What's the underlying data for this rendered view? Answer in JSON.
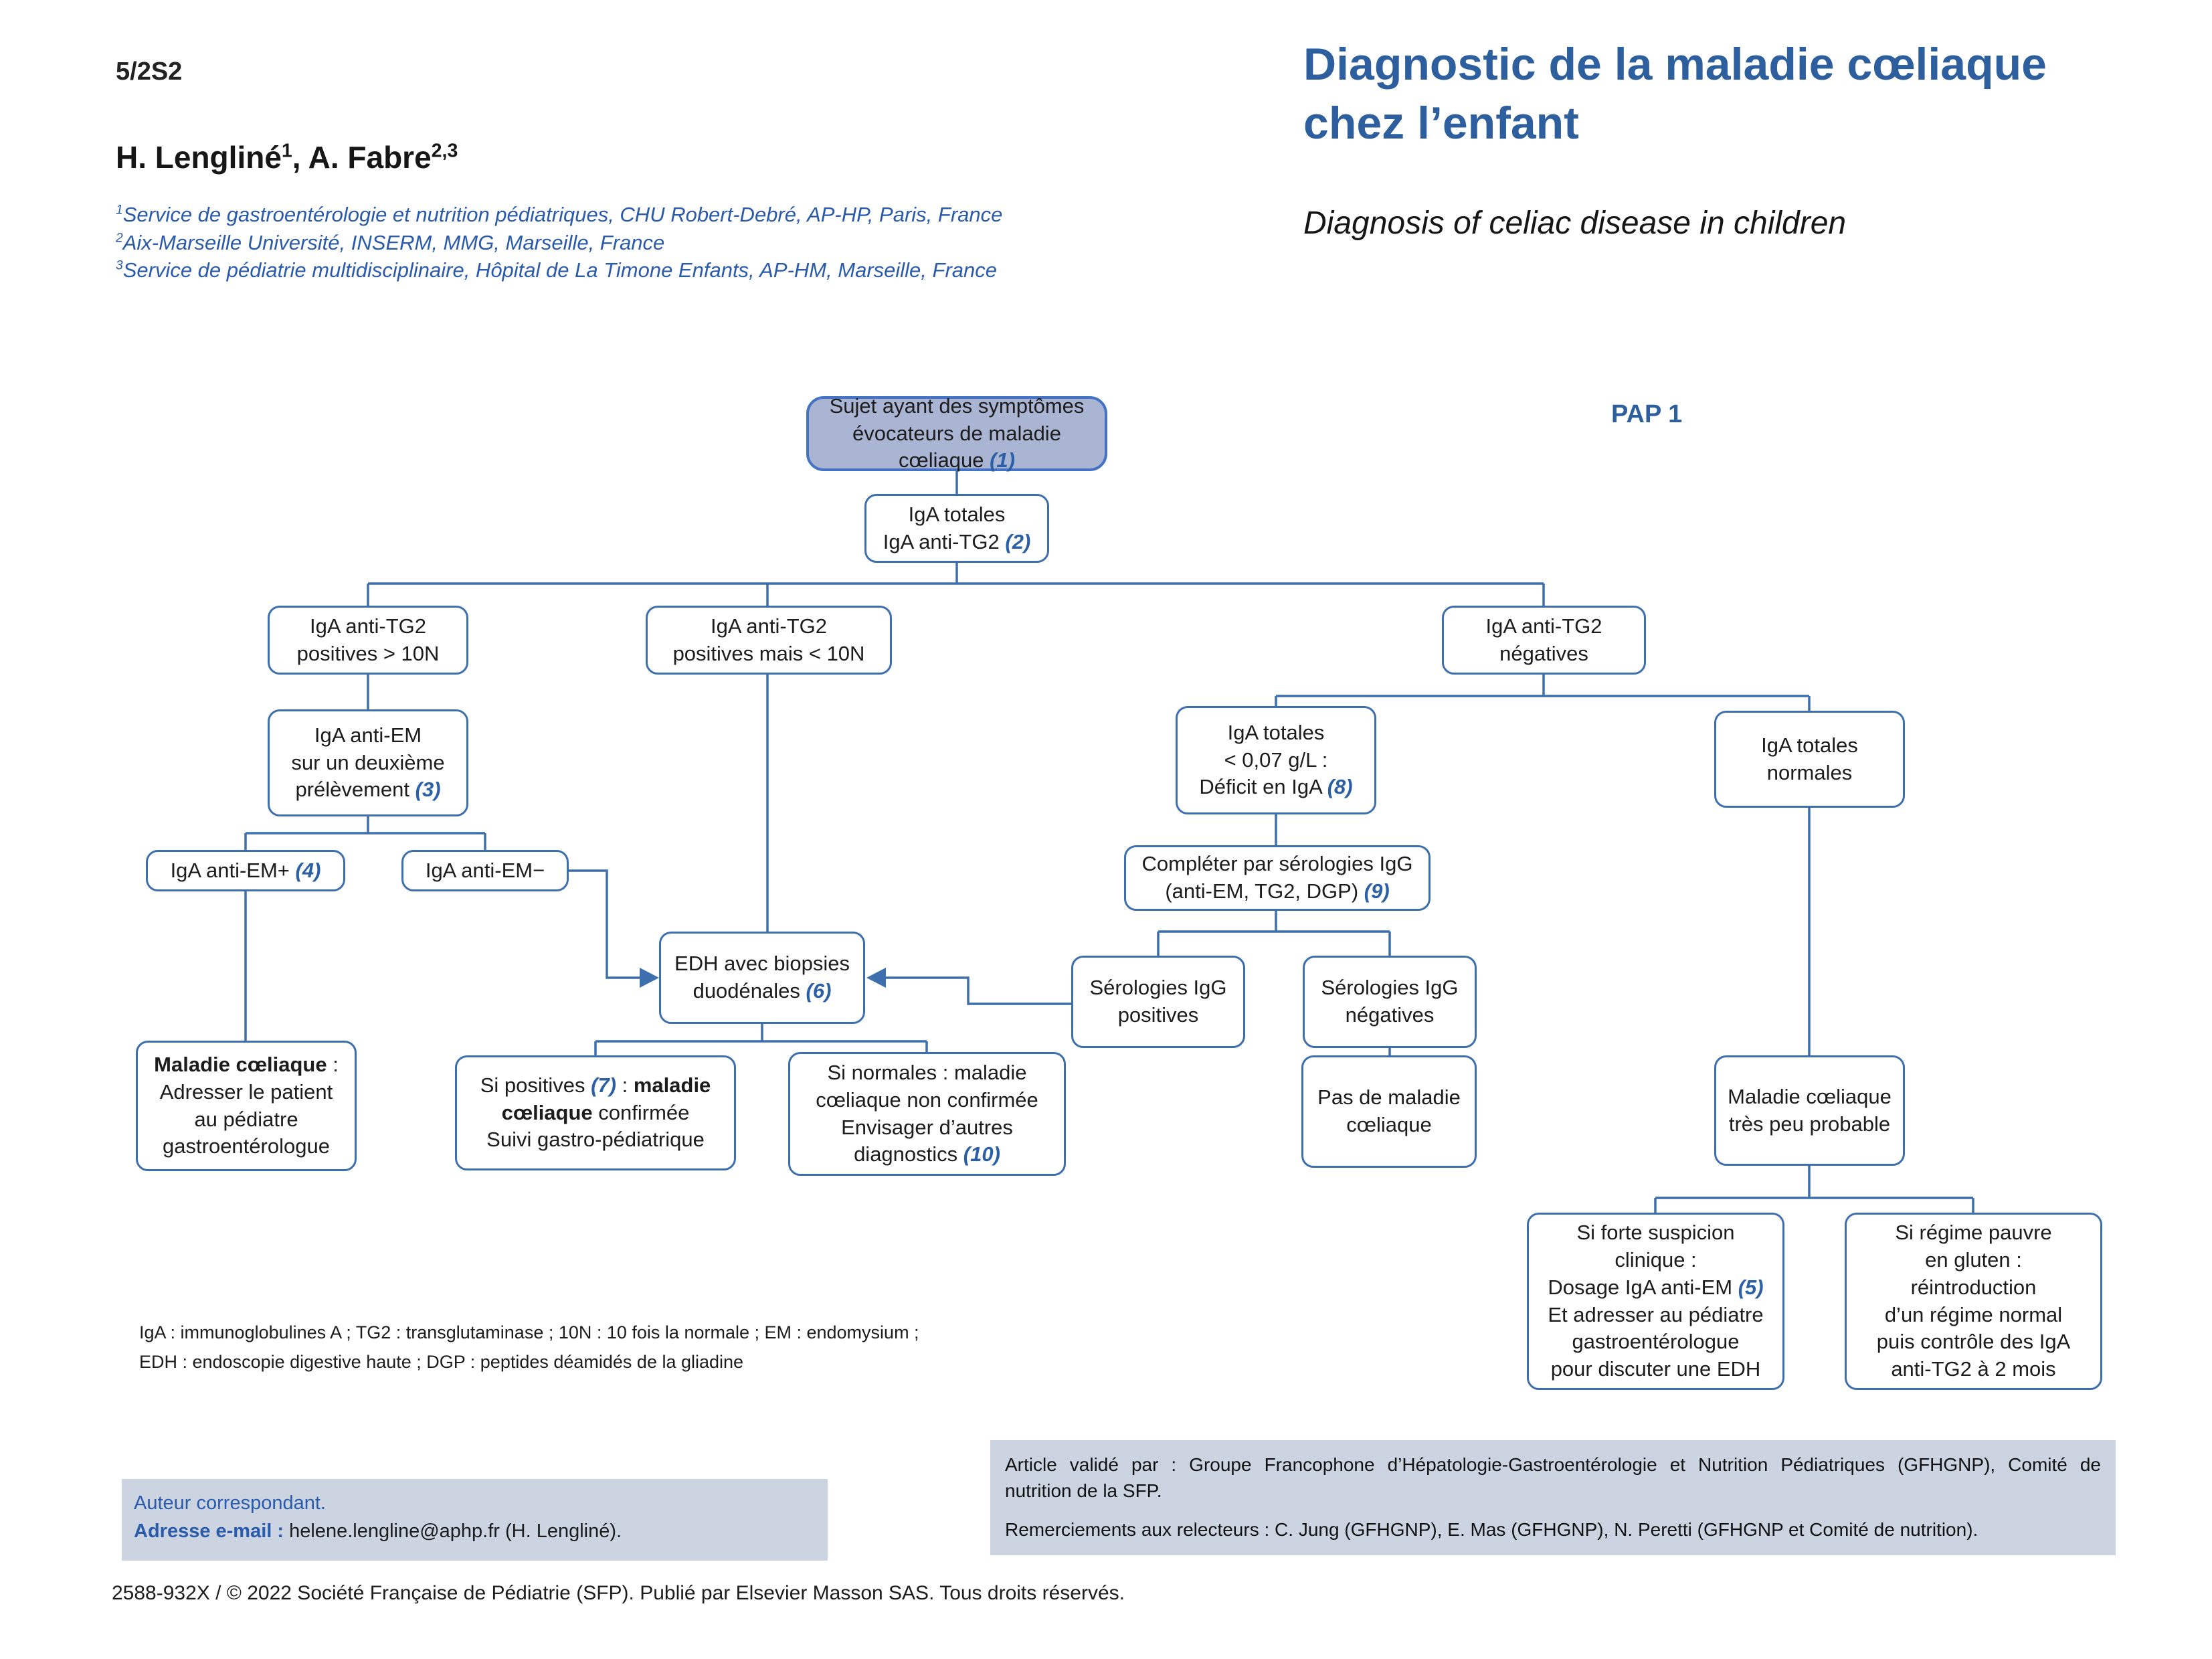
{
  "colors": {
    "accent_border": "#3d6fae",
    "start_fill": "#a9b5d3",
    "start_border": "#4472c4",
    "number": "#2b5fa6",
    "title": "#2d5f9e",
    "affiliation": "#2a5aaa",
    "footer_box": "#ccd4e2"
  },
  "header": {
    "code": "5/2S2",
    "authors_rich": [
      [
        [
          "H. Lengliné",
          ""
        ],
        [
          "1",
          "sup"
        ],
        [
          ", A. Fabre",
          ""
        ],
        [
          "2,3",
          "sup"
        ]
      ]
    ],
    "affiliations": [
      [
        [
          "1",
          "sup"
        ],
        [
          "Service de gastroentérologie et nutrition pédiatriques, CHU Robert-Debré, AP-HP, Paris, France",
          ""
        ]
      ],
      [
        [
          "2",
          "sup"
        ],
        [
          "Aix-Marseille Université, INSERM, MMG, Marseille, France",
          ""
        ]
      ],
      [
        [
          "3",
          "sup"
        ],
        [
          "Service de pédiatrie multidisciplinaire, Hôpital de La Timone Enfants, AP-HM, Marseille, France",
          ""
        ]
      ]
    ],
    "title_fr": [
      "Diagnostic de la maladie cœliaque",
      "chez l’enfant"
    ],
    "title_en": "Diagnosis of celiac disease in children",
    "pap_label": "PAP 1"
  },
  "flow": {
    "sujet": [
      [
        [
          "Sujet ayant des symptômes",
          ""
        ]
      ],
      [
        [
          "évocateurs de maladie cœliaque ",
          ""
        ],
        [
          "(1)",
          "num"
        ]
      ]
    ],
    "iga_totales": [
      [
        [
          "IgA totales",
          ""
        ]
      ],
      [
        [
          "IgA anti-TG2 ",
          ""
        ],
        [
          "(2)",
          "num"
        ]
      ]
    ],
    "tg2_sup10n": [
      [
        [
          "IgA anti-TG2",
          ""
        ]
      ],
      [
        [
          "positives > 10N",
          ""
        ]
      ]
    ],
    "tg2_inf10n": [
      [
        [
          "IgA anti-TG2",
          ""
        ]
      ],
      [
        [
          "positives mais < 10N",
          ""
        ]
      ]
    ],
    "tg2_neg": [
      [
        [
          "IgA anti-TG2",
          ""
        ]
      ],
      [
        [
          "négatives",
          ""
        ]
      ]
    ],
    "em_deuxieme": [
      [
        [
          "IgA anti-EM",
          ""
        ]
      ],
      [
        [
          "sur un deuxième",
          ""
        ]
      ],
      [
        [
          "prélèvement ",
          ""
        ],
        [
          "(3)",
          "num"
        ]
      ]
    ],
    "em_plus": [
      [
        [
          "IgA anti-EM+ ",
          ""
        ],
        [
          "(4)",
          "num"
        ]
      ]
    ],
    "em_minus": [
      [
        [
          "IgA anti-EM−",
          ""
        ]
      ]
    ],
    "deficit": [
      [
        [
          "IgA totales",
          ""
        ]
      ],
      [
        [
          "< 0,07 g/L :",
          ""
        ]
      ],
      [
        [
          "Déficit en IgA ",
          ""
        ],
        [
          "(8)",
          "num"
        ]
      ]
    ],
    "normales": [
      [
        [
          "IgA totales",
          ""
        ]
      ],
      [
        [
          "normales",
          ""
        ]
      ]
    ],
    "completer": [
      [
        [
          "Compléter par sérologies IgG",
          ""
        ]
      ],
      [
        [
          "(anti-EM, TG2, DGP) ",
          ""
        ],
        [
          "(9)",
          "num"
        ]
      ]
    ],
    "edh": [
      [
        [
          "EDH avec biopsies",
          ""
        ]
      ],
      [
        [
          "duodénales ",
          ""
        ],
        [
          "(6)",
          "num"
        ]
      ]
    ],
    "serpos": [
      [
        [
          "Sérologies IgG",
          ""
        ]
      ],
      [
        [
          "positives",
          ""
        ]
      ]
    ],
    "serneg": [
      [
        [
          "Sérologies IgG",
          ""
        ]
      ],
      [
        [
          "négatives",
          ""
        ]
      ]
    ],
    "maladie": [
      [
        [
          "Maladie cœliaque",
          "b"
        ],
        [
          " :",
          ""
        ]
      ],
      [
        [
          "Adresser le patient",
          ""
        ]
      ],
      [
        [
          "au pédiatre",
          ""
        ]
      ],
      [
        [
          "gastroentérologue",
          ""
        ]
      ]
    ],
    "sipositives": [
      [
        [
          "Si positives ",
          ""
        ],
        [
          "(7)",
          "num"
        ],
        [
          " : ",
          ""
        ],
        [
          "maladie",
          "b"
        ]
      ],
      [
        [
          "cœliaque",
          "b"
        ],
        [
          " confirmée",
          ""
        ]
      ],
      [
        [
          "Suivi gastro-pédiatrique",
          ""
        ]
      ]
    ],
    "sinormales": [
      [
        [
          "Si normales : maladie",
          ""
        ]
      ],
      [
        [
          "cœliaque non confirmée",
          ""
        ]
      ],
      [
        [
          "Envisager d’autres",
          ""
        ]
      ],
      [
        [
          "diagnostics ",
          ""
        ],
        [
          "(10)",
          "num"
        ]
      ]
    ],
    "pasmaladie": [
      [
        [
          "Pas de maladie",
          ""
        ]
      ],
      [
        [
          "cœliaque",
          ""
        ]
      ]
    ],
    "peuprobable": [
      [
        [
          "Maladie cœliaque",
          ""
        ]
      ],
      [
        [
          "très peu probable",
          ""
        ]
      ]
    ],
    "suspicion": [
      [
        [
          "Si forte suspicion",
          ""
        ]
      ],
      [
        [
          "clinique :",
          ""
        ]
      ],
      [
        [
          "Dosage IgA anti-EM ",
          ""
        ],
        [
          "(5)",
          "num"
        ]
      ],
      [
        [
          "Et adresser au pédiatre",
          ""
        ]
      ],
      [
        [
          "gastroentérologue",
          ""
        ]
      ],
      [
        [
          "pour discuter une EDH",
          ""
        ]
      ]
    ],
    "regime": [
      [
        [
          "Si régime pauvre",
          ""
        ]
      ],
      [
        [
          "en gluten :",
          ""
        ]
      ],
      [
        [
          "réintroduction",
          ""
        ]
      ],
      [
        [
          "d’un régime normal",
          ""
        ]
      ],
      [
        [
          "puis contrôle des IgA",
          ""
        ]
      ],
      [
        [
          "anti-TG2 à 2 mois",
          ""
        ]
      ]
    ]
  },
  "footnote": [
    [
      [
        "IgA : immunoglobulines A ; TG2 : transglutaminase ; 10N : 10 fois la normale ; EM : endomysium ;",
        ""
      ]
    ],
    [
      [
        "EDH : endoscopie digestive haute ; DGP : peptides déamidés de la gliadine",
        ""
      ]
    ]
  ],
  "correspondent": [
    [
      [
        "Auteur correspondant.",
        "bl"
      ]
    ],
    [
      [
        "Adresse e-mail : ",
        "blb"
      ],
      [
        "helene.lengline@aphp.fr (H. Lengliné).",
        ""
      ]
    ]
  ],
  "validation": [
    [
      [
        "Article validé par : Groupe Francophone d’Hépatologie-Gastroentérologie et Nutrition Pédiatriques (GFHGNP), Comité de",
        ""
      ]
    ],
    [
      [
        "nutrition de la SFP.",
        ""
      ]
    ],
    [
      [
        "Remerciements aux relecteurs : C. Jung (GFHGNP), E. Mas (GFHGNP), N. Peretti (GFHGNP et Comité de nutrition).",
        ""
      ]
    ]
  ],
  "copyright": "2588-932X / © 2022 Société Française de Pédiatrie (SFP). Publié par Elsevier Masson SAS. Tous droits réservés."
}
